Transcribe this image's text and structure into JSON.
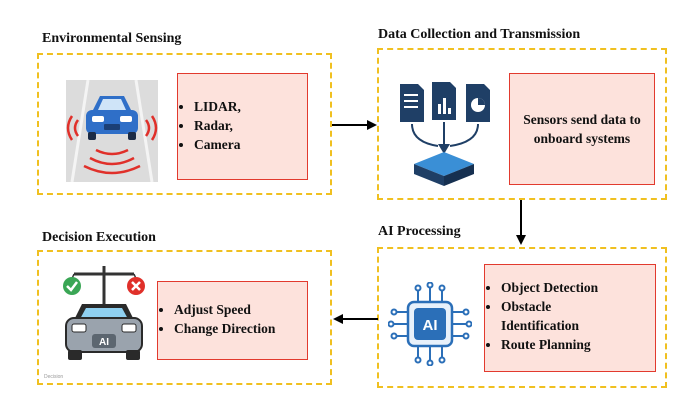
{
  "stages": {
    "sensing": {
      "title": "Environmental Sensing",
      "items": [
        "LIDAR,",
        "Radar,",
        "Camera"
      ],
      "icon": "car-sensor-waves-icon"
    },
    "collection": {
      "title": "Data Collection and Transmission",
      "text": "Sensors send data to onboard systems",
      "icon": "documents-to-server-icon"
    },
    "processing": {
      "title": "AI Processing",
      "items": [
        "Object Detection",
        "Obstacle Identification",
        "Route Planning"
      ],
      "icon": "ai-chip-icon"
    },
    "execution": {
      "title": "Decision Execution",
      "items": [
        "Adjust Speed",
        "Change Direction"
      ],
      "icon": "ai-car-scale-icon"
    }
  },
  "watermark": "Decision",
  "colors": {
    "dashed_border": "#f0c020",
    "box_fill": "#fde2dc",
    "box_border": "#e23a2e",
    "car_blue": "#2f6fc8",
    "icon_navy": "#1f3f66",
    "chip_blue": "#2b6fb8"
  }
}
